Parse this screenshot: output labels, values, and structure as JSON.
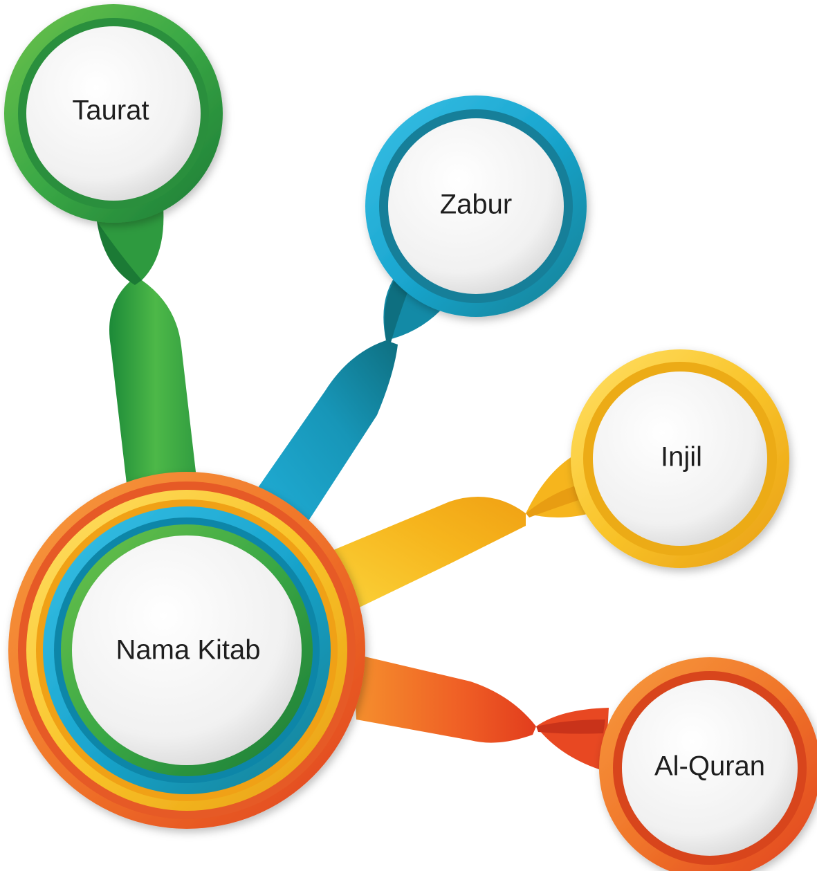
{
  "center": {
    "label": "Nama Kitab"
  },
  "branches": [
    {
      "id": "taurat",
      "label": "Taurat",
      "color": "#3aa845"
    },
    {
      "id": "zabur",
      "label": "Zabur",
      "color": "#1aa6cf"
    },
    {
      "id": "injil",
      "label": "Injil",
      "color": "#f5b21c"
    },
    {
      "id": "alquran",
      "label": "Al-Quran",
      "color": "#ee5a24"
    }
  ]
}
